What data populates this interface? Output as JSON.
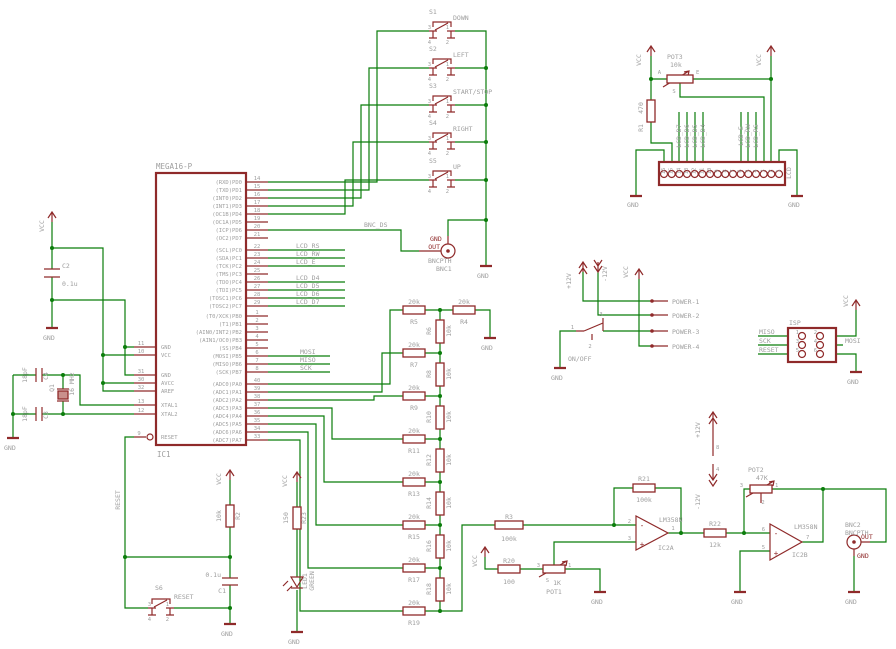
{
  "palette": {
    "wire": "#0b7d0b",
    "part": "#8f2a2a",
    "text": "#9e9e9e",
    "background": "#ffffff"
  },
  "vcc": "VCC",
  "gnd": "GND",
  "rails": {
    "p12": "+12V",
    "m12": "-12V"
  },
  "ic1": {
    "name": "MEGA16-P",
    "ref": "IC1",
    "left": [
      {
        "n": "11",
        "s": "GND"
      },
      {
        "n": "10",
        "s": "VCC"
      },
      {
        "n": "31",
        "s": "GND"
      },
      {
        "n": "30",
        "s": "AVCC"
      },
      {
        "n": "32",
        "s": "AREF"
      },
      {
        "n": "13",
        "s": "XTAL1"
      },
      {
        "n": "12",
        "s": "XTAL2"
      },
      {
        "n": "9",
        "s": "RESET"
      }
    ],
    "pd": [
      {
        "n": "14",
        "s": "(RXD)PD0"
      },
      {
        "n": "15",
        "s": "(TXD)PD1"
      },
      {
        "n": "16",
        "s": "(INT0)PD2"
      },
      {
        "n": "17",
        "s": "(INT1)PD3"
      },
      {
        "n": "18",
        "s": "(OC1B)PD4"
      },
      {
        "n": "19",
        "s": "(OC1A)PD5"
      },
      {
        "n": "20",
        "s": "(ICP)PD6"
      },
      {
        "n": "21",
        "s": "(OC2)PD7"
      }
    ],
    "pc": [
      {
        "n": "22",
        "s": "(SCL)PC0"
      },
      {
        "n": "23",
        "s": "(SDA)PC1"
      },
      {
        "n": "24",
        "s": "(TCK)PC2"
      },
      {
        "n": "25",
        "s": "(TMS)PC3"
      },
      {
        "n": "26",
        "s": "(TDO)PC4"
      },
      {
        "n": "27",
        "s": "(TDI)PC5"
      },
      {
        "n": "28",
        "s": "(TOSC1)PC6"
      },
      {
        "n": "29",
        "s": "(TOSC2)PC7"
      }
    ],
    "pb": [
      {
        "n": "1",
        "s": "(T0/XCK)PB0"
      },
      {
        "n": "2",
        "s": "(T1)PB1"
      },
      {
        "n": "3",
        "s": "(AIN0/INT2)PB2"
      },
      {
        "n": "4",
        "s": "(AIN1/OC0)PB3"
      },
      {
        "n": "5",
        "s": "(SS)PB4"
      },
      {
        "n": "6",
        "s": "(MOSI)PB5"
      },
      {
        "n": "7",
        "s": "(MISO)PB6"
      },
      {
        "n": "8",
        "s": "(SCK)PB7"
      }
    ],
    "pa": [
      {
        "n": "40",
        "s": "(ADC0)PA0"
      },
      {
        "n": "39",
        "s": "(ADC1)PA1"
      },
      {
        "n": "38",
        "s": "(ADC2)PA2"
      },
      {
        "n": "37",
        "s": "(ADC3)PA3"
      },
      {
        "n": "36",
        "s": "(ADC4)PA4"
      },
      {
        "n": "35",
        "s": "(ADC5)PA5"
      },
      {
        "n": "34",
        "s": "(ADC6)PA6"
      },
      {
        "n": "33",
        "s": "(ADC7)PA7"
      }
    ]
  },
  "nets": {
    "bnc_ds": "BNC_DS",
    "reset": "RESET",
    "lcd": [
      "LCD_RS",
      "LCD_RW",
      "LCD_E",
      "LCD_D4",
      "LCD_D5",
      "LCD_D6",
      "LCD_D7"
    ],
    "spi": [
      "MOSI",
      "MISO",
      "SCK"
    ]
  },
  "switches": {
    "pins": [
      "3",
      "1",
      "4",
      "2"
    ],
    "items": [
      {
        "ref": "S1",
        "label": "DOWN"
      },
      {
        "ref": "S2",
        "label": "LEFT"
      },
      {
        "ref": "S3",
        "label": "START/STOP"
      },
      {
        "ref": "S4",
        "label": "RIGHT"
      },
      {
        "ref": "S5",
        "label": "UP"
      }
    ],
    "s6": {
      "ref": "S6",
      "label": "RESET"
    }
  },
  "bnc1": {
    "ref": "BNC1",
    "pkg": "BNCPTH",
    "out": "OUT"
  },
  "bnc2": {
    "ref": "BNC2",
    "pkg": "BNCPTH",
    "out": "OUT"
  },
  "lcd": {
    "name": "LCD",
    "pins": [
      "16",
      "15",
      "14",
      "13",
      "12",
      "11",
      "10",
      "9",
      "8",
      "7",
      "6",
      "5",
      "4",
      "3",
      "2",
      "1"
    ],
    "r1": {
      "ref": "R1",
      "val": "470"
    },
    "pot3": {
      "ref": "POT3",
      "val": "10k",
      "a": "A",
      "e": "E",
      "s": "S"
    }
  },
  "ladder": {
    "h": [
      {
        "ref": "R5",
        "val": "20k"
      },
      {
        "ref": "R7",
        "val": "20k"
      },
      {
        "ref": "R9",
        "val": "20k"
      },
      {
        "ref": "R11",
        "val": "20k"
      },
      {
        "ref": "R13",
        "val": "20k"
      },
      {
        "ref": "R15",
        "val": "20k"
      },
      {
        "ref": "R17",
        "val": "20k"
      },
      {
        "ref": "R19",
        "val": "20k"
      }
    ],
    "v": [
      {
        "ref": "R6",
        "val": "10k"
      },
      {
        "ref": "R8",
        "val": "10k"
      },
      {
        "ref": "R10",
        "val": "10k"
      },
      {
        "ref": "R12",
        "val": "10k"
      },
      {
        "ref": "R14",
        "val": "10k"
      },
      {
        "ref": "R16",
        "val": "10k"
      },
      {
        "ref": "R18",
        "val": "10k"
      }
    ],
    "r4": {
      "ref": "R4",
      "val": "20k"
    }
  },
  "power": {
    "pins": [
      "POWER-1",
      "POWER-2",
      "POWER-3",
      "POWER-4"
    ],
    "sw": {
      "label": "ON/OFF",
      "p3": "3",
      "p1": "1",
      "p2": "2"
    }
  },
  "isp": {
    "name": "ISP",
    "miso": "MISO",
    "sck": "SCK",
    "reset": "RESET",
    "mosi": "MOSI",
    "nums": [
      "1",
      "2",
      "3",
      "4",
      "5",
      "6"
    ]
  },
  "amp": {
    "r3": {
      "ref": "R3",
      "val": "100k"
    },
    "r21": {
      "ref": "R21",
      "val": "100k"
    },
    "r22": {
      "ref": "R22",
      "val": "12k"
    },
    "r20": {
      "ref": "R20",
      "val": "100"
    },
    "pot1": {
      "ref": "POT1",
      "val": "1K",
      "s": "S",
      "p3": "3",
      "p1": "1"
    },
    "pot2": {
      "ref": "POT2",
      "val": "47K",
      "p3": "3",
      "p1": "1",
      "p2": "2"
    },
    "a": {
      "val": "LM358N",
      "ref": "IC2A",
      "minus": "-",
      "plus": "+",
      "inv": "2",
      "ni": "3",
      "out": "1"
    },
    "b": {
      "val": "LM358N",
      "ref": "IC2B",
      "minus": "-",
      "plus": "+",
      "inv": "6",
      "ni": "5",
      "out": "7"
    },
    "p8": "8",
    "p4": "4"
  },
  "xtal": {
    "q1": {
      "ref": "Q1",
      "val": "16 MHz"
    },
    "c3": {
      "ref": "C3",
      "val": "18pF"
    },
    "c4": {
      "ref": "C4",
      "val": "18pF"
    },
    "c2": {
      "ref": "C2",
      "val": "0.1u"
    }
  },
  "rst": {
    "r2": {
      "ref": "R2",
      "val": "10k"
    },
    "c1": {
      "ref": "C1",
      "val": "0.1u"
    }
  },
  "led": {
    "r23": {
      "ref": "R23",
      "val": "150"
    },
    "led1": {
      "ref": "LED1",
      "val": "GREEN"
    }
  }
}
